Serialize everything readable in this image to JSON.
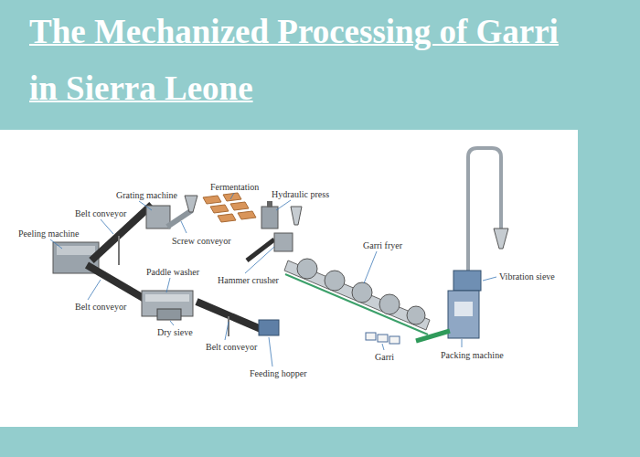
{
  "diagram": {
    "title": "The Mechanized Processing of Garri in Sierra Leone",
    "labels": [
      "Fermentation",
      "Hydraulic press",
      "Grating machine",
      "Belt conveyor",
      "Peeling machine",
      "Screw conveyor",
      "Garri fryer",
      "Paddle washer",
      "Vibration sieve",
      "Hammer crusher",
      "Belt conveyor",
      "Dry sieve",
      "Belt conveyor",
      "Garri",
      "Packing machine",
      "Feeding hopper"
    ]
  }
}
